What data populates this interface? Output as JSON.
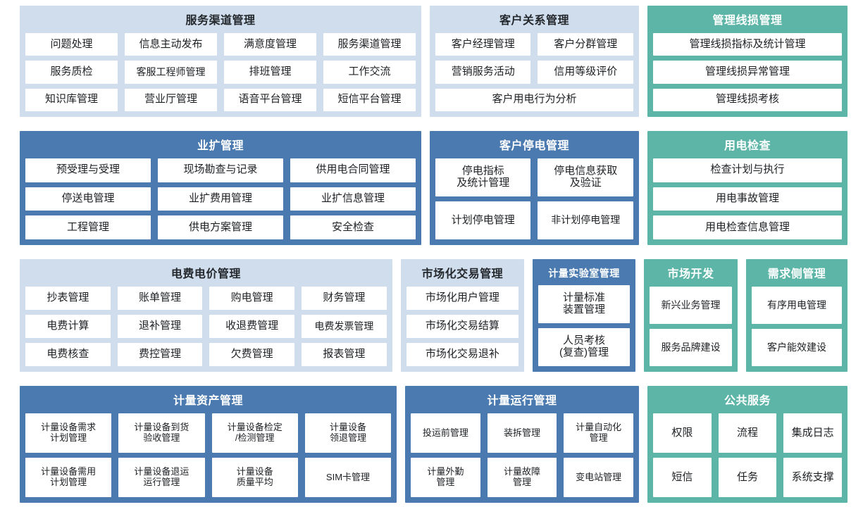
{
  "theme": {
    "blue_light": "#cfdded",
    "blue_dark": "#4a7aaf",
    "teal": "#5cb5a6",
    "cell_bg": "#ffffff",
    "page_bg": "#ffffff"
  },
  "panels": {
    "service_channel": {
      "title": "服务渠道管理",
      "color": "blue_light",
      "items": [
        "问题处理",
        "信息主动发布",
        "满意度管理",
        "服务渠道管理",
        "服务质检",
        "客服工程师管理",
        "排班管理",
        "工作交流",
        "知识库管理",
        "营业厅管理",
        "语音平台管理",
        "短信平台管理"
      ]
    },
    "customer_relation": {
      "title": "客户关系管理",
      "color": "blue_light",
      "items": [
        "客户经理管理",
        "客户分群管理",
        "营销服务活动",
        "信用等级评价",
        "客户用电行为分析"
      ]
    },
    "line_loss": {
      "title": "管理线损管理",
      "color": "teal",
      "items": [
        "管理线损指标及统计管理",
        "管理线损异常管理",
        "管理线损考核"
      ]
    },
    "business_expansion": {
      "title": "业扩管理",
      "color": "blue_dark",
      "items": [
        "预受理与受理",
        "现场勘查与记录",
        "供用电合同管理",
        "停送电管理",
        "业扩费用管理",
        "业扩信息管理",
        "工程管理",
        "供电方案管理",
        "安全检查"
      ]
    },
    "customer_outage": {
      "title": "客户停电管理",
      "color": "blue_dark",
      "items": [
        "停电指标\n及统计管理",
        "停电信息获取\n及验证",
        "计划停电管理",
        "非计划停电管理"
      ]
    },
    "power_inspection": {
      "title": "用电检查",
      "color": "teal",
      "items": [
        "检查计划与执行",
        "用电事故管理",
        "用电检查信息管理"
      ]
    },
    "tariff_price": {
      "title": "电费电价管理",
      "color": "blue_light",
      "items": [
        "抄表管理",
        "账单管理",
        "购电管理",
        "财务管理",
        "电费计算",
        "退补管理",
        "收退费管理",
        "电费发票管理",
        "电费核查",
        "费控管理",
        "欠费管理",
        "报表管理"
      ]
    },
    "market_trading": {
      "title": "市场化交易管理",
      "color": "blue_light",
      "items": [
        "市场化用户管理",
        "市场化交易结算",
        "市场化交易退补"
      ]
    },
    "metering_lab": {
      "title": "计量实验室管理",
      "color": "blue_dark",
      "items": [
        "计量标准\n装置管理",
        "人员考核\n(复查)管理"
      ]
    },
    "market_development": {
      "title": "市场开发",
      "color": "teal",
      "items": [
        "新兴业务管理",
        "服务品牌建设"
      ]
    },
    "demand_side": {
      "title": "需求侧管理",
      "color": "teal",
      "items": [
        "有序用电管理",
        "客户能效建设"
      ]
    },
    "metering_asset": {
      "title": "计量资产管理",
      "color": "blue_dark",
      "items": [
        "计量设备需求\n计划管理",
        "计量设备到货\n验收管理",
        "计量设备检定\n/检测管理",
        "计量设备\n领退管理",
        "计量设备需用\n计划管理",
        "计量设备退运\n运行管理",
        "计量设备\n质量平均",
        "SIM卡管理"
      ]
    },
    "metering_operation": {
      "title": "计量运行管理",
      "color": "blue_dark",
      "items": [
        "投运前管理",
        "装拆管理",
        "计量自动化\n管理",
        "计量外勤\n管理",
        "计量故障\n管理",
        "变电站管理"
      ]
    },
    "public_service": {
      "title": "公共服务",
      "color": "teal",
      "items": [
        "权限",
        "流程",
        "集成日志",
        "短信",
        "任务",
        "系统支撑"
      ]
    }
  }
}
